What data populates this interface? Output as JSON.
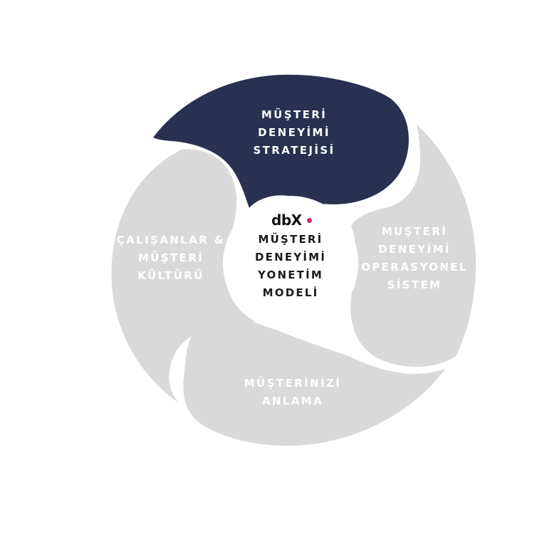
{
  "diagram": {
    "logo": {
      "text": "dbX",
      "dot_color": "#e0245e"
    },
    "center": {
      "lines": [
        "MÜŞTERİ",
        "DENEYİMİ",
        "YONETİM",
        "MODELİ"
      ]
    },
    "segments": {
      "top": {
        "lines": [
          "MÜŞTERİ",
          "DENEYİMİ",
          "STRATEJİSİ"
        ],
        "color": "#283150"
      },
      "right": {
        "lines": [
          "MUŞTERİ",
          "DENEYİMİ",
          "OPERASYONEL",
          "SİSTEM"
        ],
        "color": "#d9d9d9"
      },
      "bottom": {
        "lines": [
          "MÜŞTERİNİZİ",
          "ANLAMA"
        ],
        "color": "#d9d9d9"
      },
      "left": {
        "lines": [
          "ÇALIŞANLAR &",
          "MÜŞTERİ",
          "KÜLTÜRÜ"
        ],
        "color": "#d9d9d9"
      }
    }
  }
}
